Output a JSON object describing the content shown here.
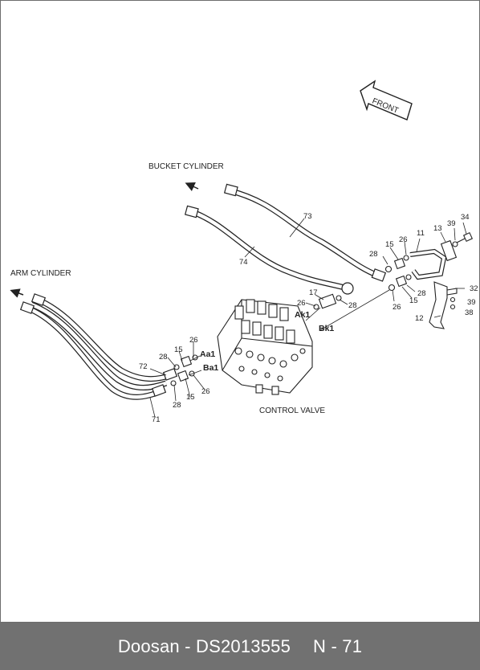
{
  "diagram": {
    "front_label": "FRONT",
    "bucket_cylinder": "BUCKET CYLINDER",
    "arm_cylinder": "ARM CYLINDER",
    "control_valve": "CONTROL VALVE",
    "ports": {
      "ak1": "Ak1",
      "bk1": "Bk1",
      "aa1": "Aa1",
      "ba1": "Ba1"
    },
    "parts": {
      "p73": "73",
      "p74": "74",
      "p71": "71",
      "p72": "72",
      "p28a": "28",
      "p15a": "15",
      "p26a": "26",
      "p11": "11",
      "p13": "13",
      "p39a": "39",
      "p34": "34",
      "p32": "32",
      "p39b": "39",
      "p38": "38",
      "p12": "12",
      "p17": "17",
      "p26b": "26",
      "p28b": "28",
      "p28c": "28",
      "p15b": "15",
      "p26c": "26",
      "p26d": "26",
      "p15c": "15",
      "p28d": "28",
      "p28e": "28",
      "p15d": "15",
      "p26e": "26"
    }
  },
  "footer": {
    "brand_part": "Doosan - DS2013555",
    "page": "N - 71"
  }
}
